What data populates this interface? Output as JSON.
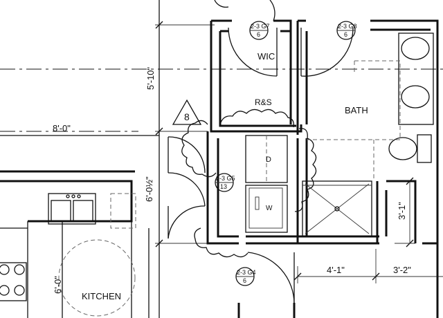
{
  "rooms": {
    "wic": "WIC",
    "bath": "BATH",
    "kitchen": "KITCHEN",
    "reach_in": "R&S",
    "dryer": "D",
    "washer": "W"
  },
  "dimensions": {
    "wic_height": "5'-10\"",
    "top_width": "8'-0\"",
    "hall_height": "6'-0½\"",
    "kitchen_height": "6'-0\"",
    "shower_width": "4'-1\"",
    "right_width": "3'-2\"",
    "side_height": "3'-1\""
  },
  "revision_tag": "8",
  "door_tags": [
    {
      "id": "2-3 G7",
      "num": "6"
    },
    {
      "id": "2-3 G8",
      "num": "6"
    },
    {
      "id": "2-3 G5",
      "num": "13"
    },
    {
      "id": "2-3 G4",
      "num": "6"
    }
  ]
}
